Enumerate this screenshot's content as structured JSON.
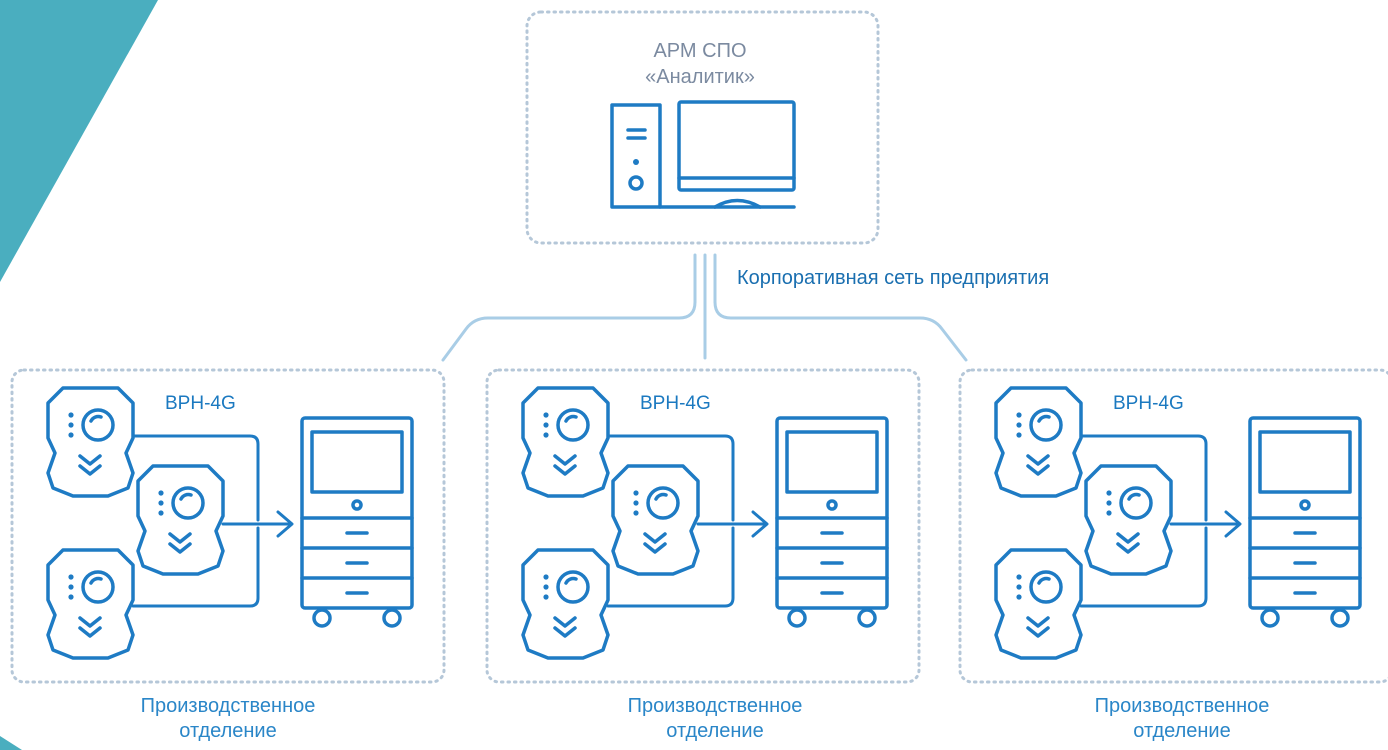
{
  "server": {
    "title_line1": "АРМ СПО",
    "title_line2": "«Аналитик»"
  },
  "network": {
    "label": "Корпоративная сеть предприятия"
  },
  "departments": [
    {
      "camera_label": "ВРН-4G",
      "name_line1": "Производственное",
      "name_line2": "отделение"
    },
    {
      "camera_label": "ВРН-4G",
      "name_line1": "Производственное",
      "name_line2": "отделение"
    },
    {
      "camera_label": "ВРН-4G",
      "name_line1": "Производственное",
      "name_line2": "отделение"
    }
  ],
  "colors": {
    "accent_blue": "#1e7bc4",
    "teal_corner": "#4aaebf",
    "dotted_border": "#b5c7d8",
    "network_line": "#a9cde6"
  }
}
